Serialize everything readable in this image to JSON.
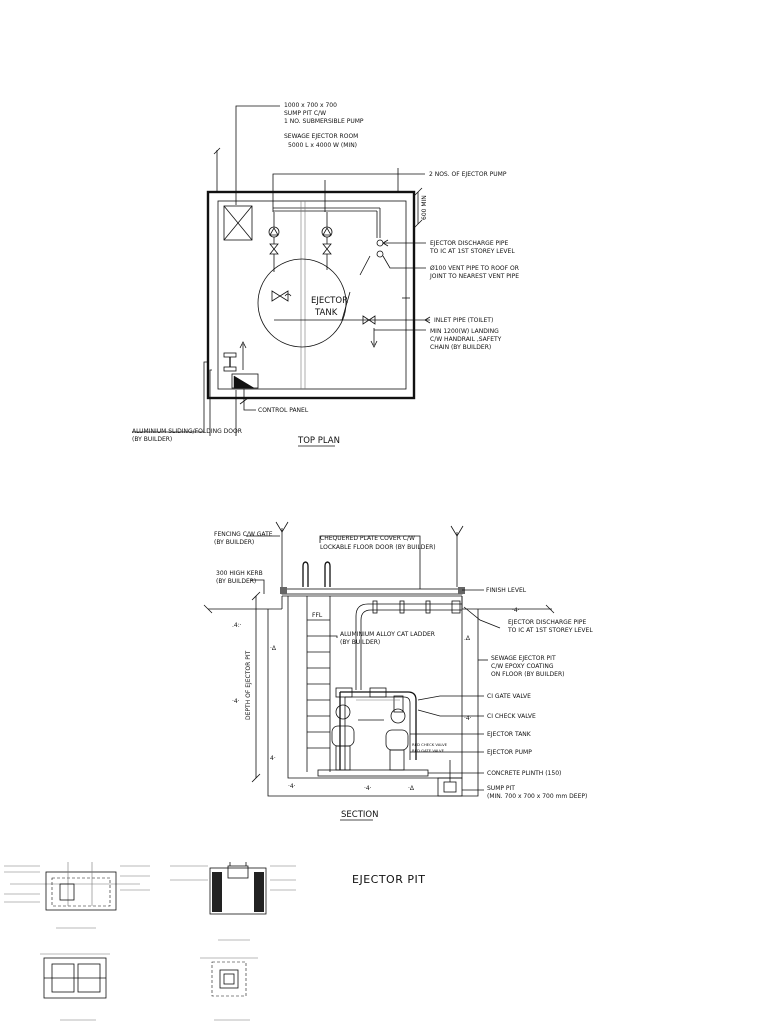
{
  "top_plan": {
    "title": "TOP PLAN",
    "sump_note": [
      "1000 x 700 x 700",
      "SUMP PIT C/W",
      "1 NO. SUBMERSIBLE PUMP"
    ],
    "room_note": [
      "SEWAGE EJECTOR ROOM",
      "5000 L x 4000 W (MIN)"
    ],
    "pump_note": "2 NOS. OF EJECTOR PUMP",
    "dim_600": "600 MIN",
    "discharge_note": [
      "EJECTOR DISCHARGE PIPE",
      "TO IC AT 1ST STOREY LEVEL"
    ],
    "vent_note": [
      "Ø100 VENT PIPE TO ROOF OR",
      "JOINT TO NEAREST VENT PIPE"
    ],
    "tank_label": [
      "EJECTOR",
      "TANK"
    ],
    "inlet_note": "INLET PIPE (TOILET)",
    "landing_note": [
      "MIN 1200(W) LANDING",
      "C/W HANDRAIL ,SAFETY",
      "CHAIN (BY BUILDER)"
    ],
    "control_panel": "CONTROL PANEL",
    "door_note": [
      "ALUMINIUM SLIDING/FOLDING DOOR",
      "(BY BUILDER)"
    ]
  },
  "section": {
    "title": "SECTION",
    "gate_note": [
      "FENCING C/W GATE",
      "(BY BUILDER)"
    ],
    "cover_note": [
      "CHEQUERED PLATE COVER C/W",
      "LOCKABLE FLOOR DOOR (BY BUILDER)"
    ],
    "kerb_note": [
      "300 HIGH KERB",
      "(BY BUILDER)"
    ],
    "finish_level": "FINISH LEVEL",
    "discharge_note": [
      "EJECTOR DISCHARGE PIPE",
      "TO IC AT 1ST STOREY LEVEL"
    ],
    "ladder_note": [
      "ALUMINIUM ALLOY CAT LADDER",
      "(BY BUILDER)"
    ],
    "pit_note": [
      "SEWAGE EJECTOR PIT",
      "C/W EPOXY COATING",
      "ON FLOOR (BY BUILDER)"
    ],
    "depth_label": "DEPTH OF EJECTOR PIT",
    "gate_valve": "CI GATE VALVE",
    "check_valve": "CI CHECK VALVE",
    "tank_label": "EJECTOR TANK",
    "pump_label": "EJECTOR PUMP",
    "plinth_label": "CONCRETE PLINTH (150)",
    "sump_note": [
      "SUMP PIT",
      "(MIN. 700 x 700 x 700 mm DEEP)"
    ],
    "small_labels": [
      "RED CHECK VALVE",
      "RED GATE VALVE"
    ],
    "ffl": "FFL"
  },
  "sheet_title": "EJECTOR PIT"
}
